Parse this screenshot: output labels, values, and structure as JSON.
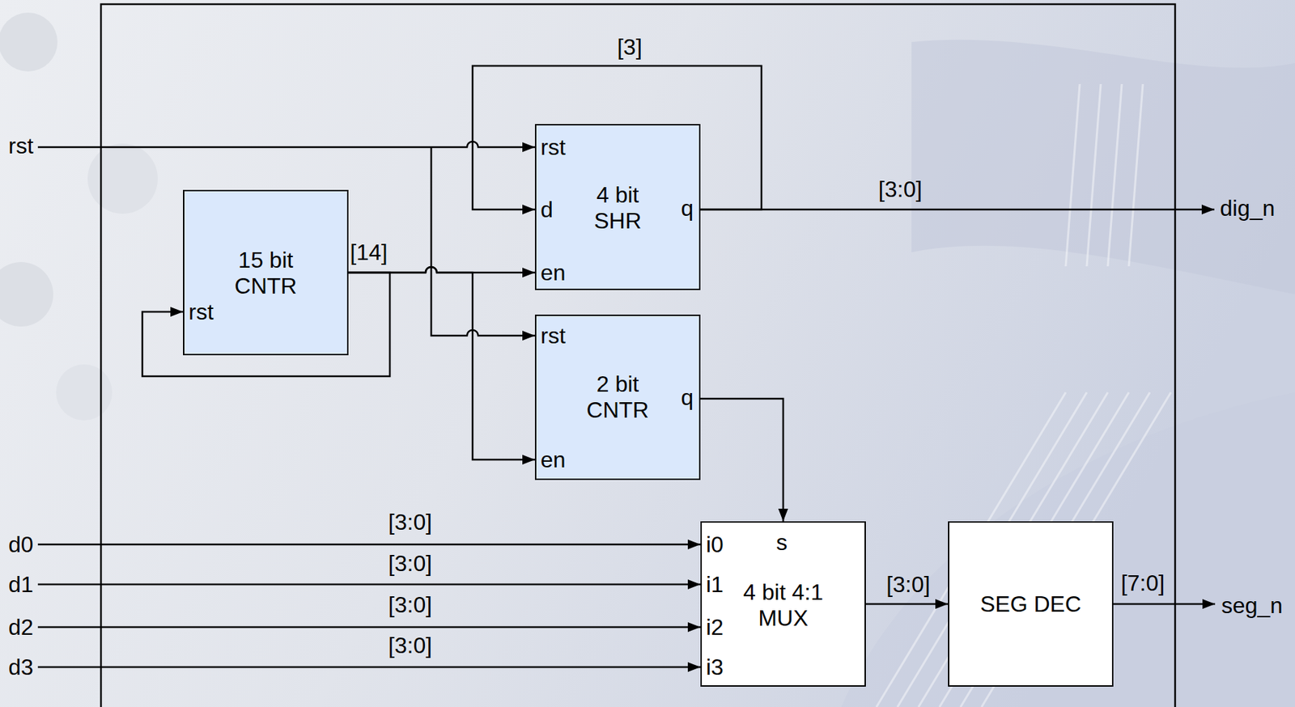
{
  "diagram": {
    "nodes": [
      {
        "text": [
          "rst",
          "d",
          "4 bit SHR",
          "q",
          "en"
        ]
      },
      {
        "text": [
          "15 bit CNTR",
          "rst"
        ]
      },
      {
        "text": [
          "rst",
          "2 bit CNTR",
          "q",
          "en"
        ]
      },
      {
        "text": [
          "i0",
          "s",
          "i1",
          "4 bit 4:1 MUX",
          "i2",
          "i3"
        ]
      },
      {
        "text": [
          "SEG DEC"
        ]
      }
    ],
    "edges": [
      {
        "from": 1,
        "to": 1,
        "arrow": "to"
      },
      {
        "from": 1,
        "to": 0,
        "arrow": "to"
      },
      {
        "from": 1,
        "to": 2,
        "arrow": "to"
      },
      {
        "from": 0,
        "to": 0,
        "label": "[3]",
        "arrow": "to"
      },
      {
        "from": 2,
        "to": 3,
        "arrow": "to"
      },
      {
        "from": 3,
        "to": 4,
        "label": "[3:0]",
        "arrow": "to"
      }
    ],
    "labels": [
      "rst",
      "[14]",
      "[3:0]",
      "dig_n",
      "[3:0]",
      "d0",
      "[3:0]",
      "d1",
      "[3:0]",
      "d2",
      "[3:0]",
      "d3",
      "[7:0]",
      "seg_n"
    ]
  }
}
